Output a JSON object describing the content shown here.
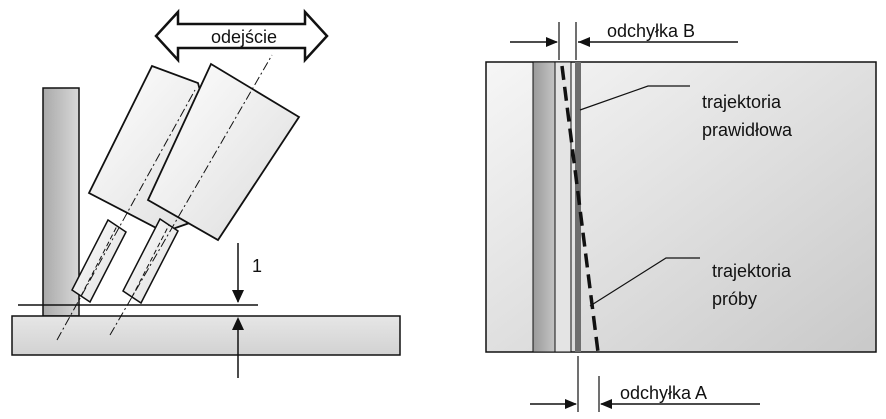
{
  "left_panel": {
    "arrow_label": "odejście",
    "dimension_label": "1"
  },
  "right_panel": {
    "deviation_b_label": "odchyłka B",
    "deviation_a_label": "odchyłka A",
    "correct_path_label_line1": "trajektoria",
    "correct_path_label_line2": "prawidłowa",
    "test_path_label_line1": "trajektoria",
    "test_path_label_line2": "próby"
  },
  "colors": {
    "stroke": "#111111",
    "arrow_fill": "#ffffff"
  }
}
